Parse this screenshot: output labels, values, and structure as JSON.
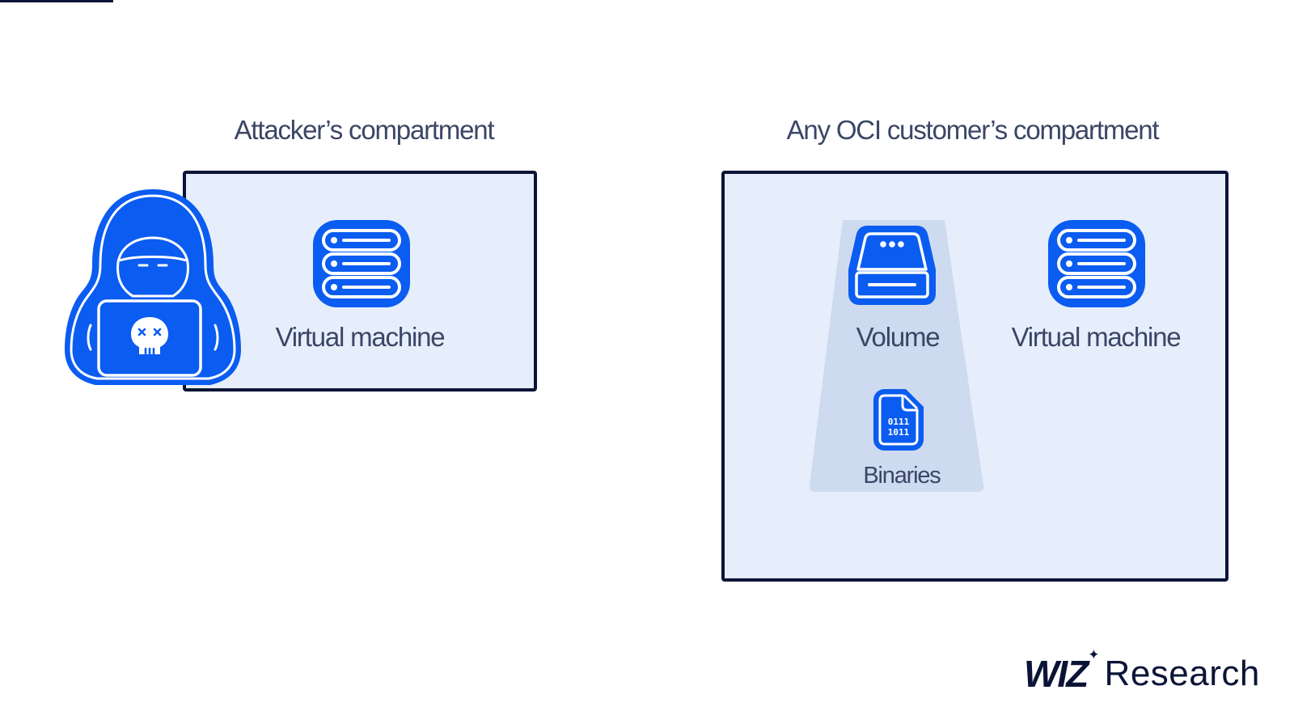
{
  "diagram": {
    "left_compartment": {
      "title": "Attacker’s compartment",
      "resource_label": "Virtual machine",
      "resource_icon": "server-icon",
      "actor_icon": "hooded-hacker-icon"
    },
    "right_compartment": {
      "title": "Any OCI customer’s compartment",
      "volume_label": "Volume",
      "volume_icon": "storage-volume-icon",
      "vm_label": "Virtual machine",
      "vm_icon": "server-icon",
      "binaries_label": "Binaries",
      "binaries_icon": "binary-file-icon",
      "binary_file_text": [
        "0111",
        "1011"
      ]
    }
  },
  "brand": {
    "logo_text": "WIZ",
    "suffix": "Research"
  },
  "colors": {
    "accent": "#0b5cf0",
    "outline": "#0b1437",
    "panel_fill": "#e6eefb",
    "highlight_fill": "#c9d6ec",
    "text": "#3b4666"
  }
}
